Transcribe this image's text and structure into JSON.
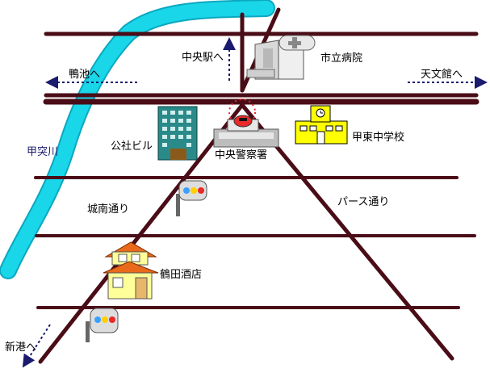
{
  "colors": {
    "road": "#4a0d17",
    "river": "#19d6e8",
    "river_edge": "#0aa8c0",
    "arrow": "#1a1a6e",
    "school": "#ffff00",
    "police_marker": "#e82a2a",
    "building": "#2a8a8a"
  },
  "labels": {
    "river": "甲突川",
    "kamoike": "鴨池へ",
    "station": "中央駅へ",
    "hospital": "市立病院",
    "observatory": "天文館へ",
    "office": "公社ビル",
    "police": "中央警察署",
    "school": "甲東中学校",
    "jonan": "城南通り",
    "parsu": "パース通り",
    "liquor": "鶴田酒店",
    "port": "新港へ"
  },
  "icons": [
    "hospital-icon",
    "office-building-icon",
    "police-station-icon",
    "school-icon",
    "traffic-signal-icon",
    "liquor-store-icon",
    "direction-arrow-icon"
  ]
}
